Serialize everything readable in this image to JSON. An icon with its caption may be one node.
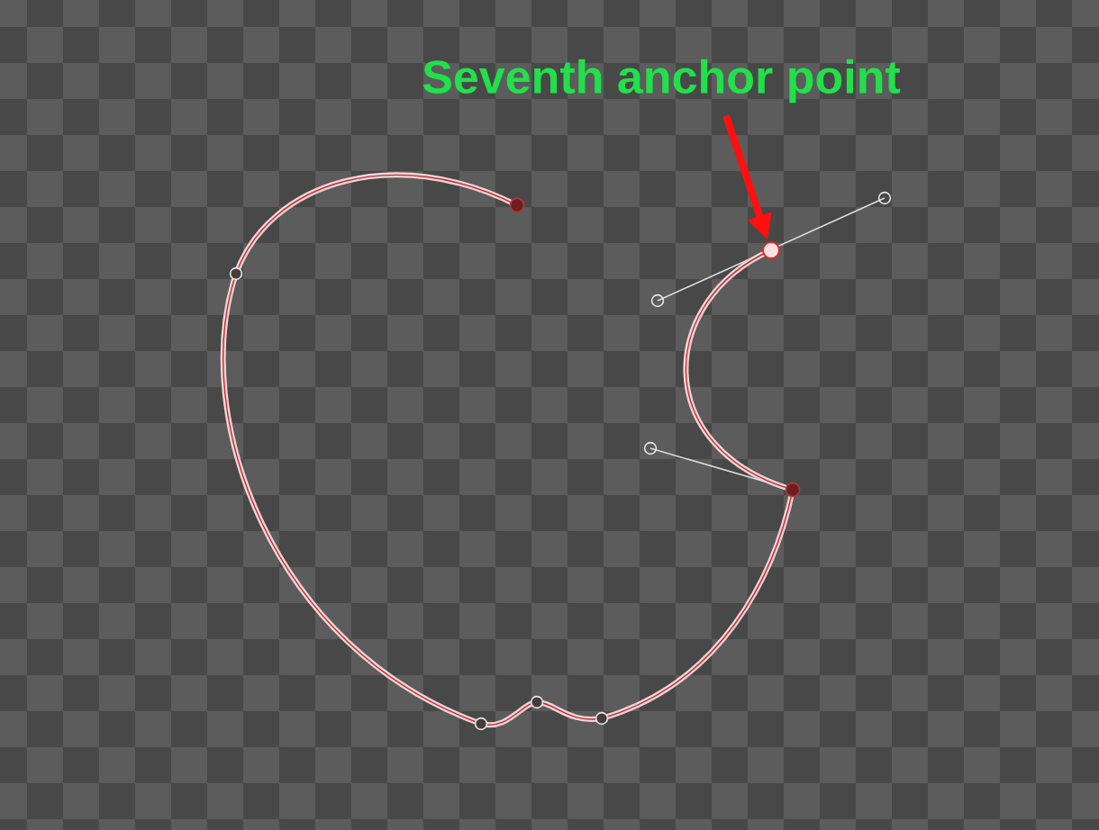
{
  "diagram": {
    "nodes": [
      {
        "text": [
          "Seventh anchor point"
        ]
      },
      {
        "text": [],
        "shape": "circle"
      }
    ],
    "edges": [
      {
        "from": 0,
        "to": 1,
        "arrow": "to",
        "color": "#ff1010"
      }
    ]
  }
}
